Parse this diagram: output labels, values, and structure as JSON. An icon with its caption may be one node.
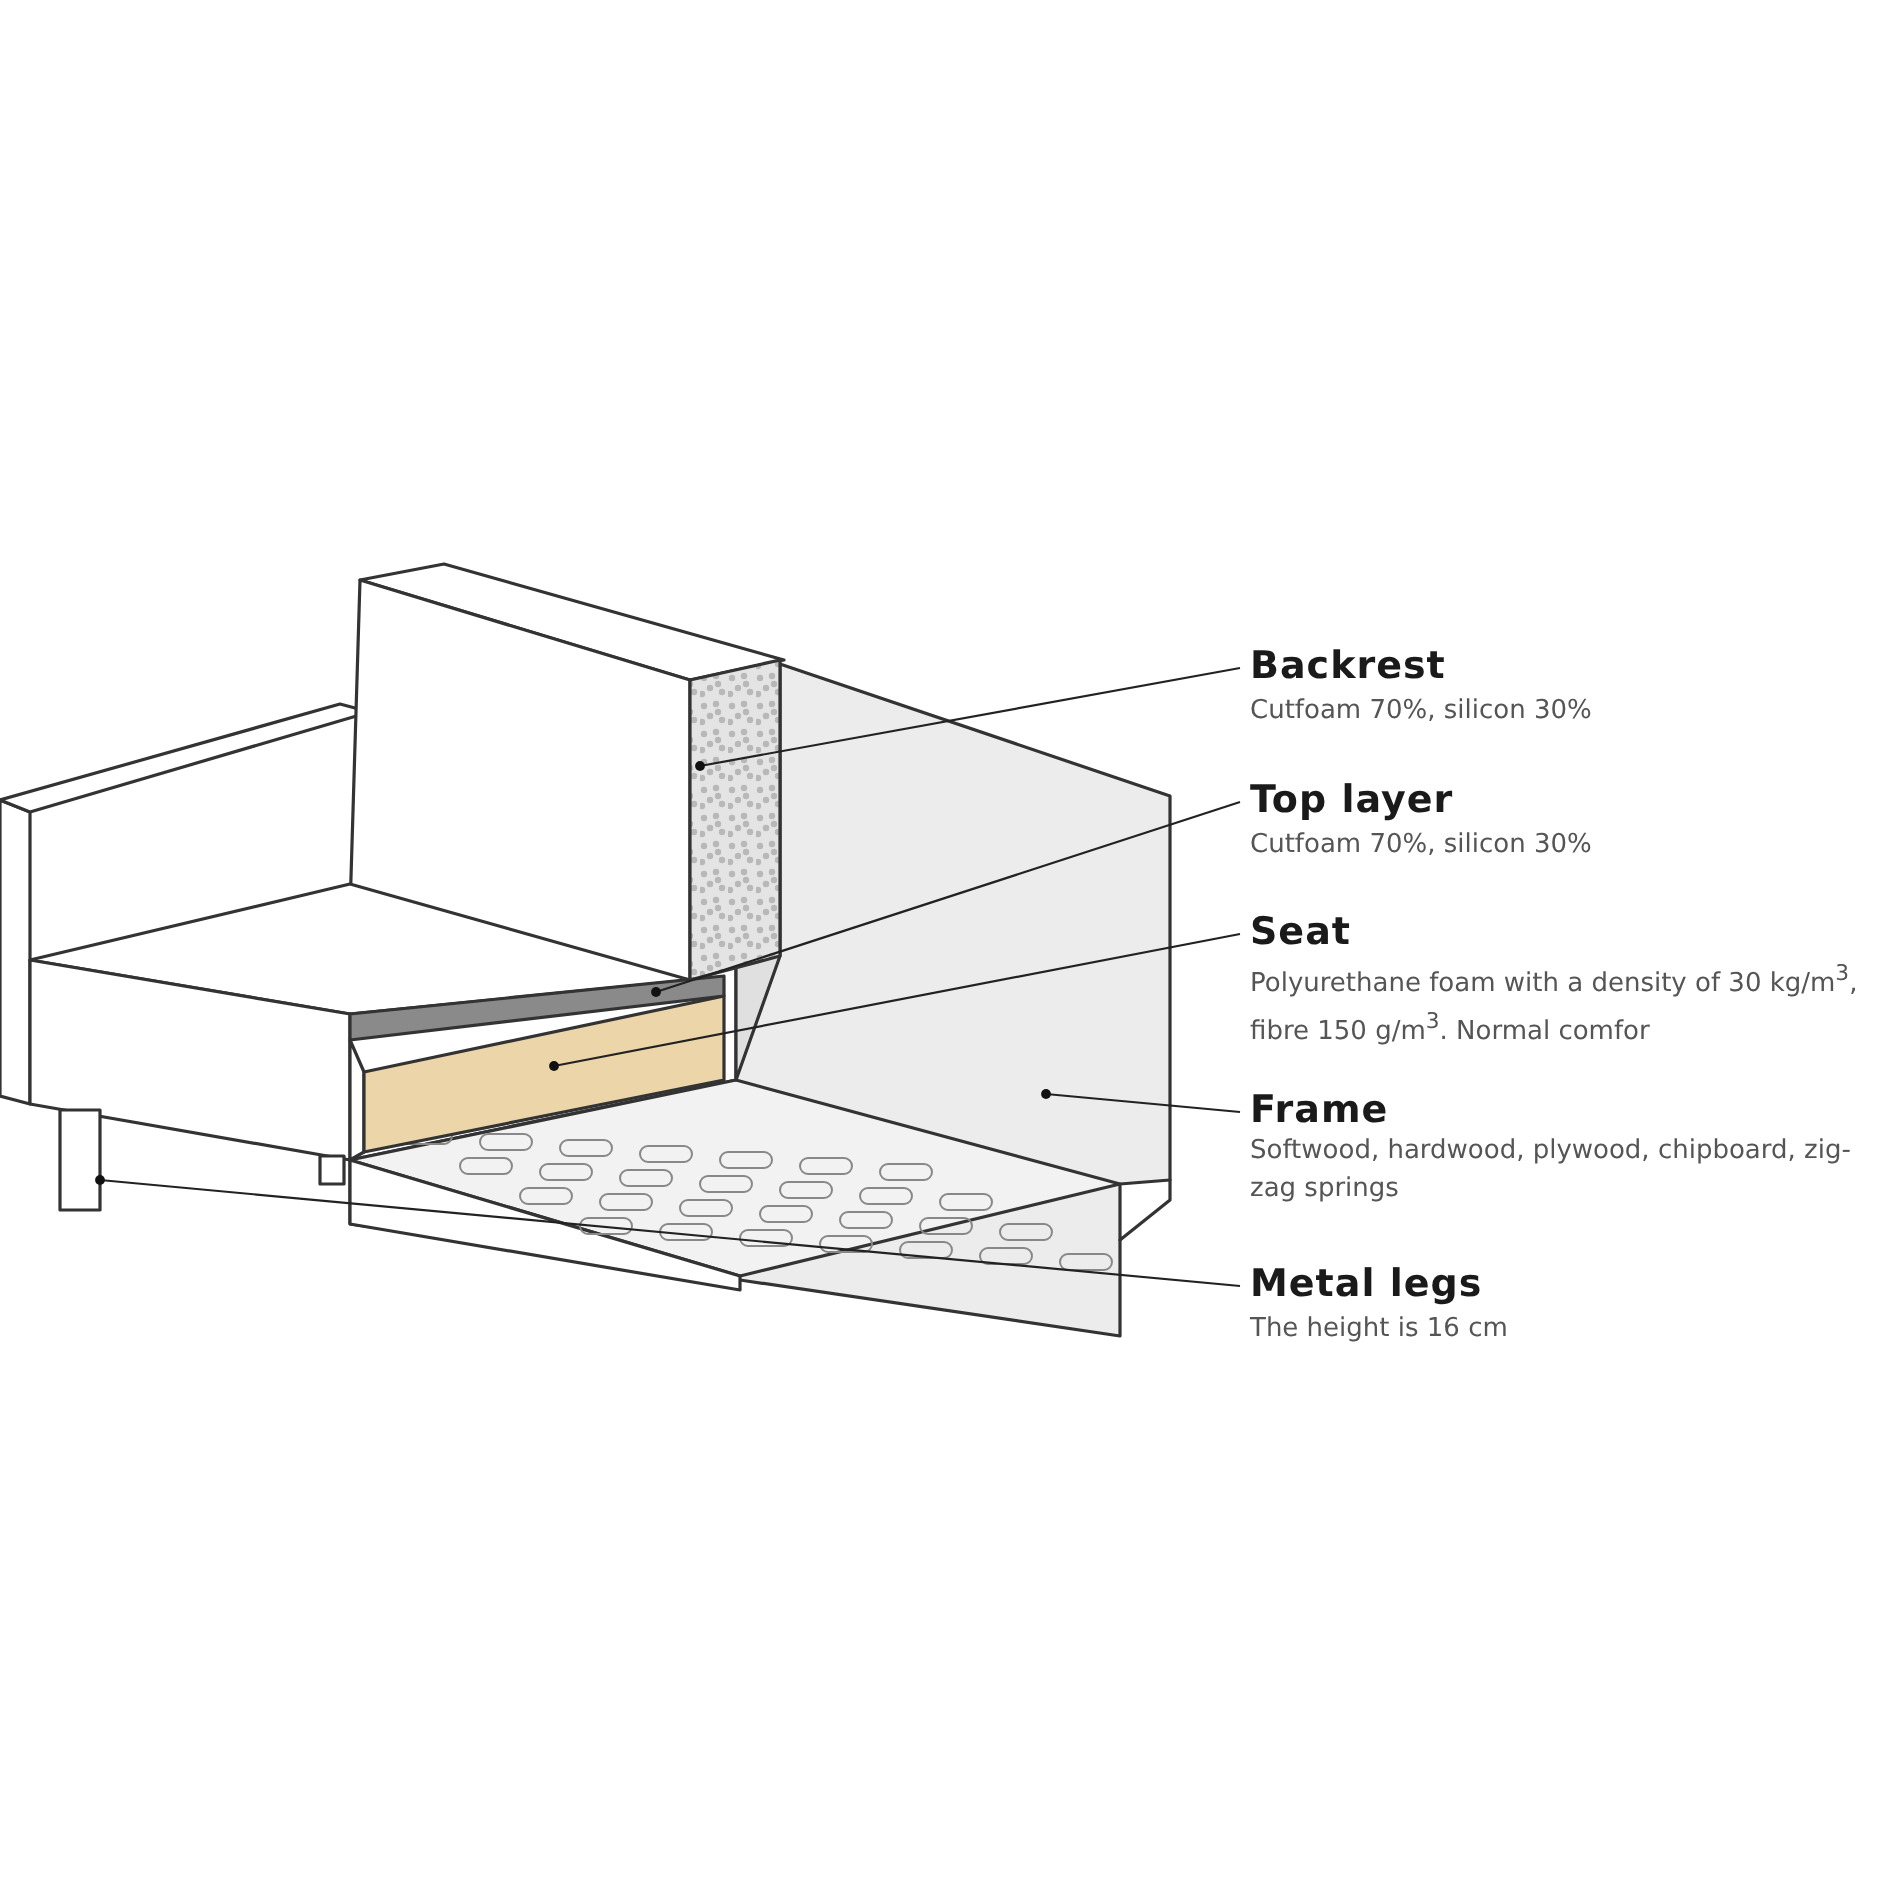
{
  "diagram": {
    "nodes": [
      {
        "text": [
          "Backrest",
          "Cutfoam 70%, silicon 30%"
        ]
      },
      {
        "text": [
          "Top layer",
          "Cutfoam 70%, silicon 30%"
        ]
      },
      {
        "text": [
          "Seat",
          "Polyurethane foam with a density of 30 kg/m$^{3}$, fibre 150 g/m$^{3}$. Normal comfor"
        ]
      },
      {
        "text": [
          "Frame",
          "Softwood, hardwood, plywood, chipboard, zig-zag springs"
        ]
      },
      {
        "text": [
          "Metal legs",
          "The height is 16 cm"
        ]
      },
      {
        "text": [],
        "shape": "box"
      },
      {
        "text": [],
        "shape": "box"
      },
      {
        "text": [],
        "shape": "box"
      },
      {
        "text": [],
        "shape": "box"
      },
      {
        "text": [],
        "shape": "box"
      }
    ],
    "edges": [
      {
        "from": 0,
        "to": 5,
        "arrow": "other"
      },
      {
        "from": 1,
        "to": 6,
        "arrow": "other"
      },
      {
        "from": 2,
        "to": 7,
        "arrow": "other"
      },
      {
        "from": 3,
        "to": 8,
        "arrow": "other"
      },
      {
        "from": 4,
        "to": 9,
        "arrow": "other"
      }
    ]
  }
}
